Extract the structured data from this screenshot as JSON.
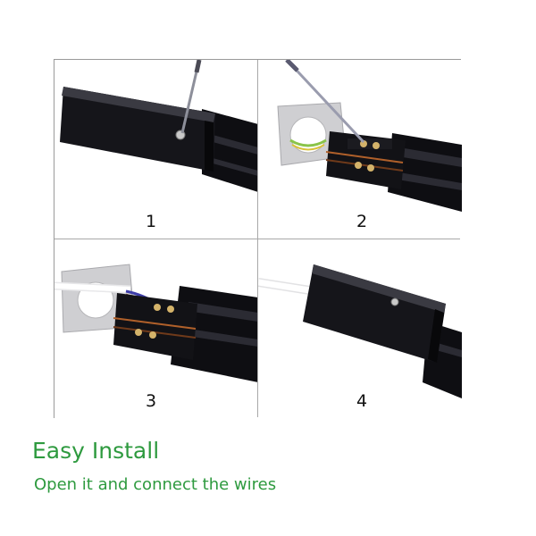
{
  "steps": [
    {
      "number": "1"
    },
    {
      "number": "2"
    },
    {
      "number": "3"
    },
    {
      "number": "4"
    }
  ],
  "caption": {
    "title": "Easy Install",
    "subtitle": "Open it and connect the wires"
  },
  "colors": {
    "caption_text": "#2e9a3f",
    "housing": "#141418",
    "grid_border": "#9a9a9a"
  },
  "icons": [
    "screwdriver",
    "terminal-block",
    "mounting-plate",
    "track-connector"
  ]
}
